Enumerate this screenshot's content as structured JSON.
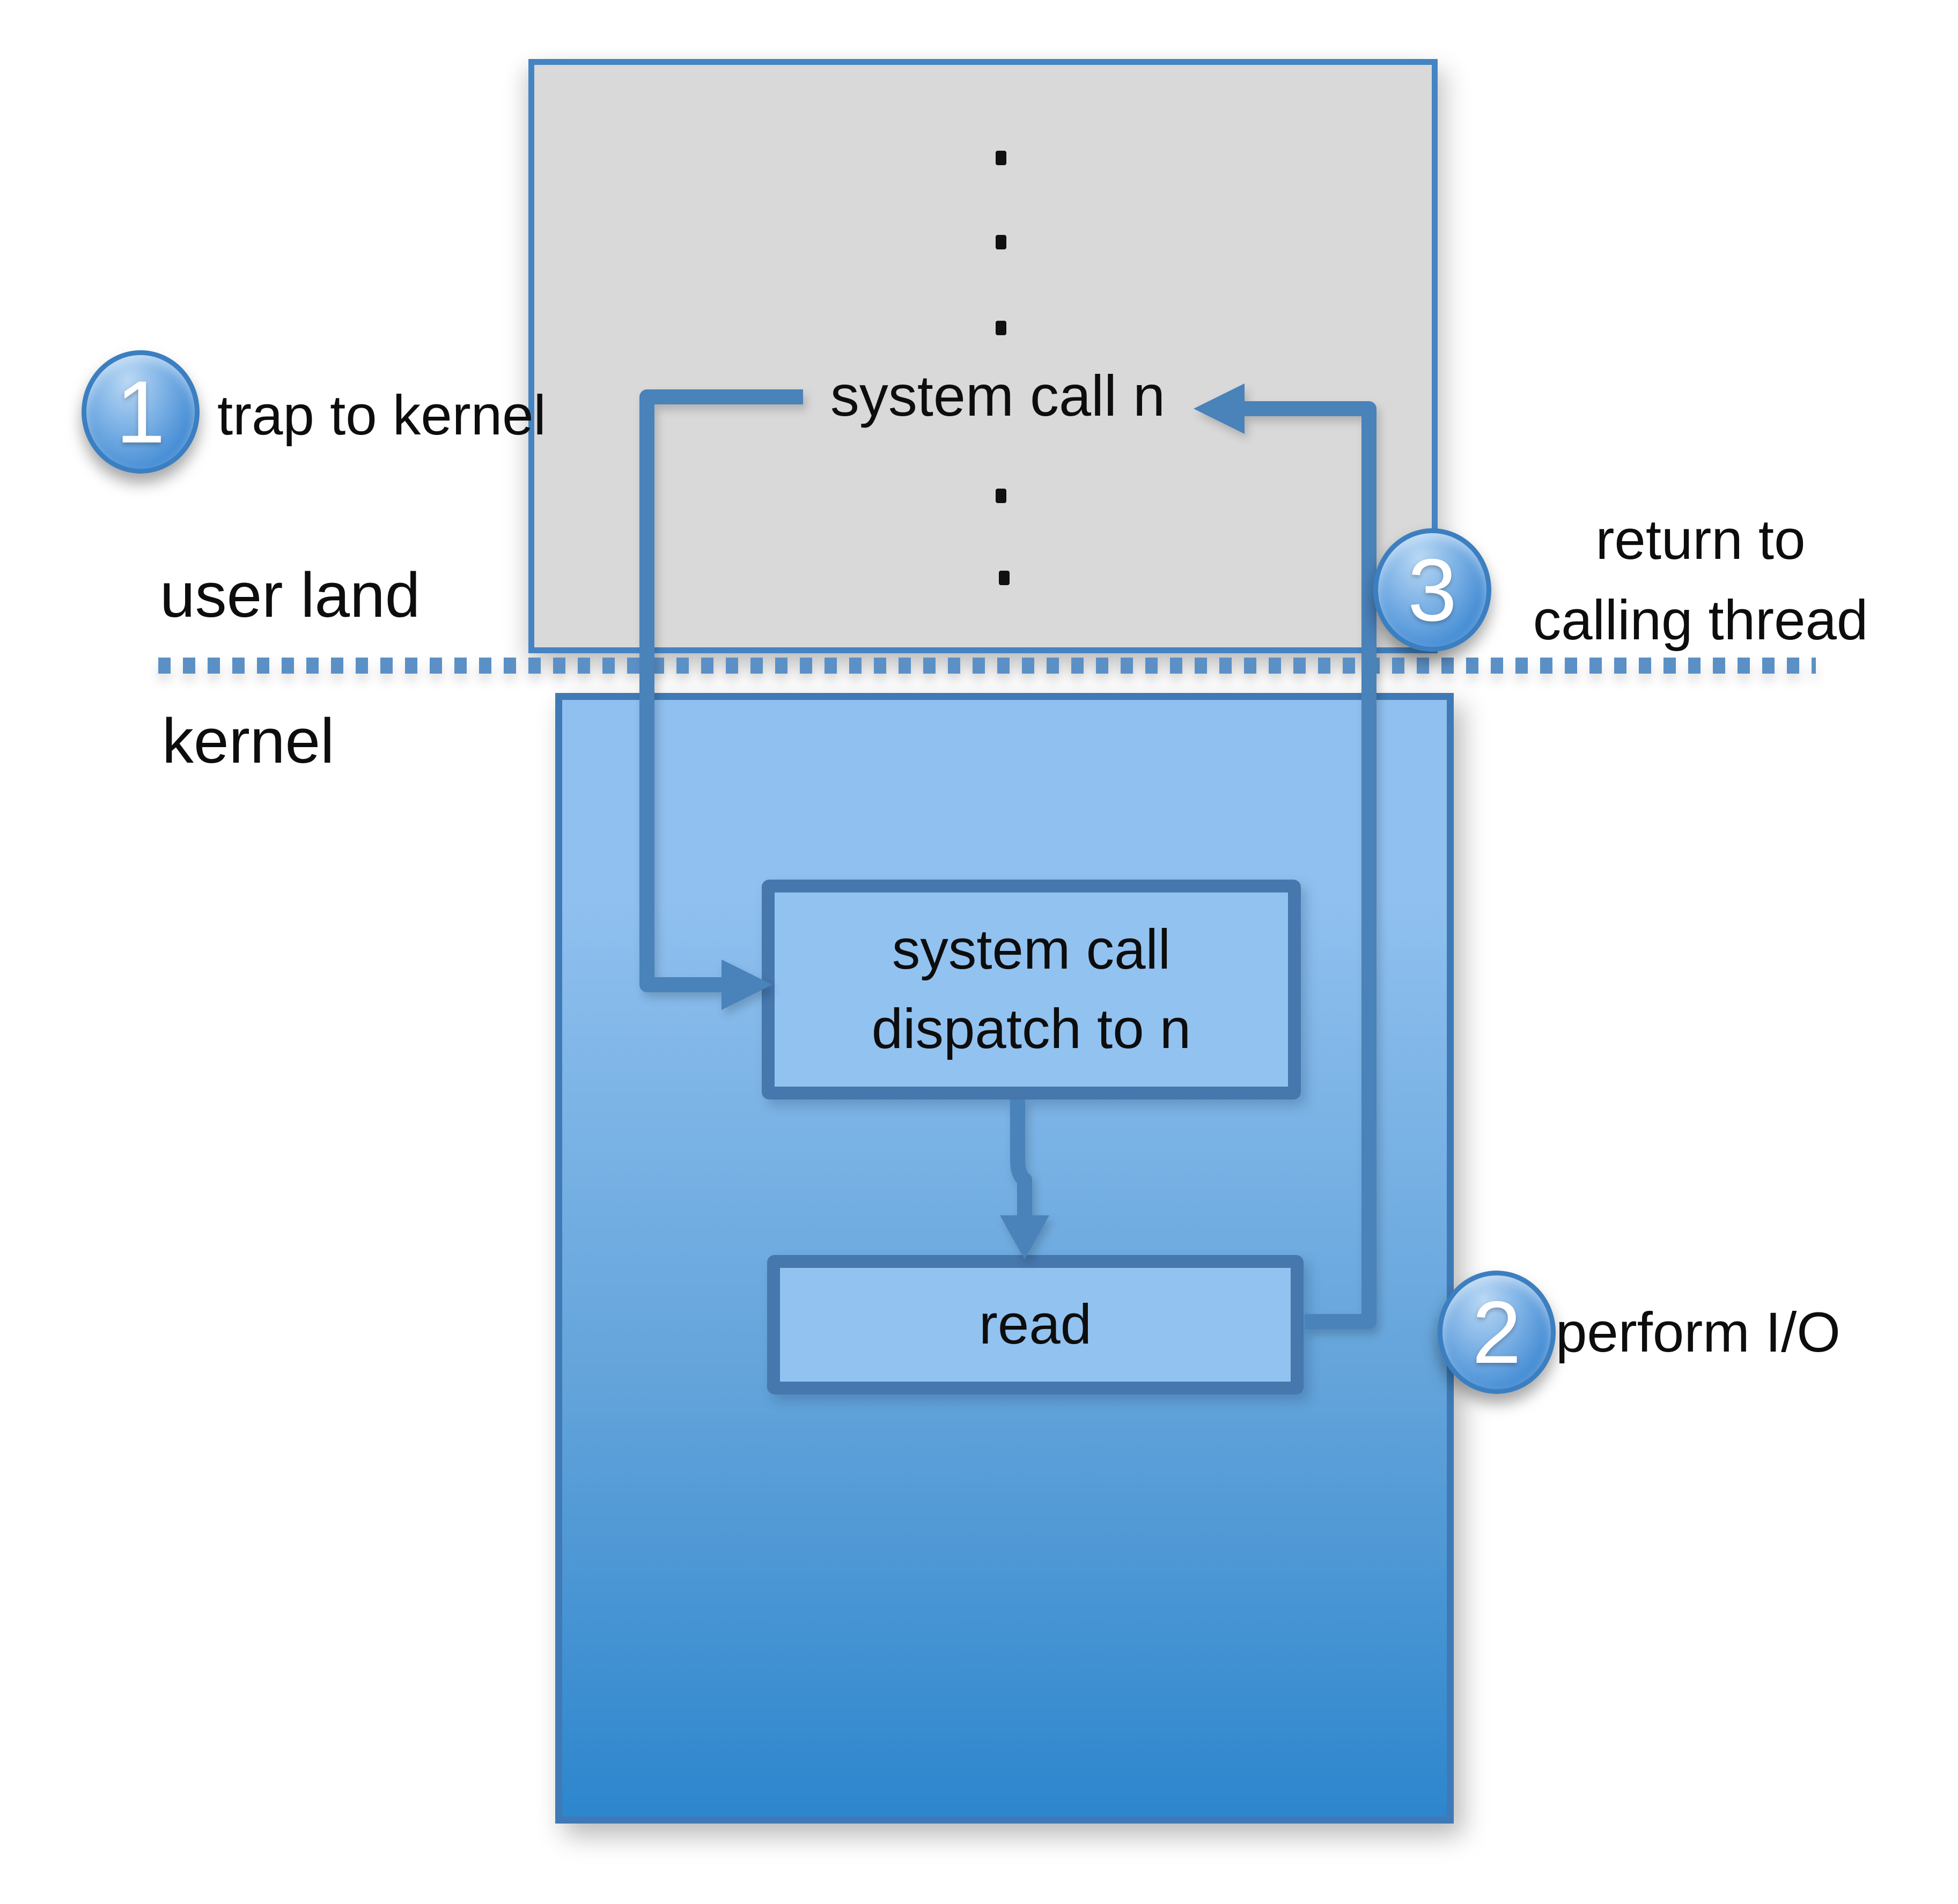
{
  "regions": {
    "user_space_label": "user land",
    "kernel_space_label": "kernel"
  },
  "user_box": {
    "system_call": "system call n",
    "ellipsis_dots_above": 3,
    "ellipsis_dots_below": 2
  },
  "kernel_flow": {
    "dispatch_line1": "system call",
    "dispatch_line2": "dispatch to n",
    "read_label": "read"
  },
  "steps": [
    {
      "number": "1",
      "label": "trap to kernel"
    },
    {
      "number": "2",
      "label": "perform I/O"
    },
    {
      "number": "3",
      "label_line1": "return to",
      "label_line2": "calling thread"
    }
  ],
  "colors": {
    "line": "#4a82ba",
    "grayFill": "#d9d9d9",
    "grayBorder": "#4584c3",
    "kernelTop": "#8fc0ef",
    "kernelBottom": "#2d86cd",
    "kernelBorder": "#3f7ab6",
    "innerFill": "#92c2f0",
    "innerBorder": "#4677ad",
    "dotted": "#5b90c6",
    "badgeFill": "#4a90d6",
    "badgeBorder": "#3c7fc0",
    "text": "#0d0d0d"
  }
}
